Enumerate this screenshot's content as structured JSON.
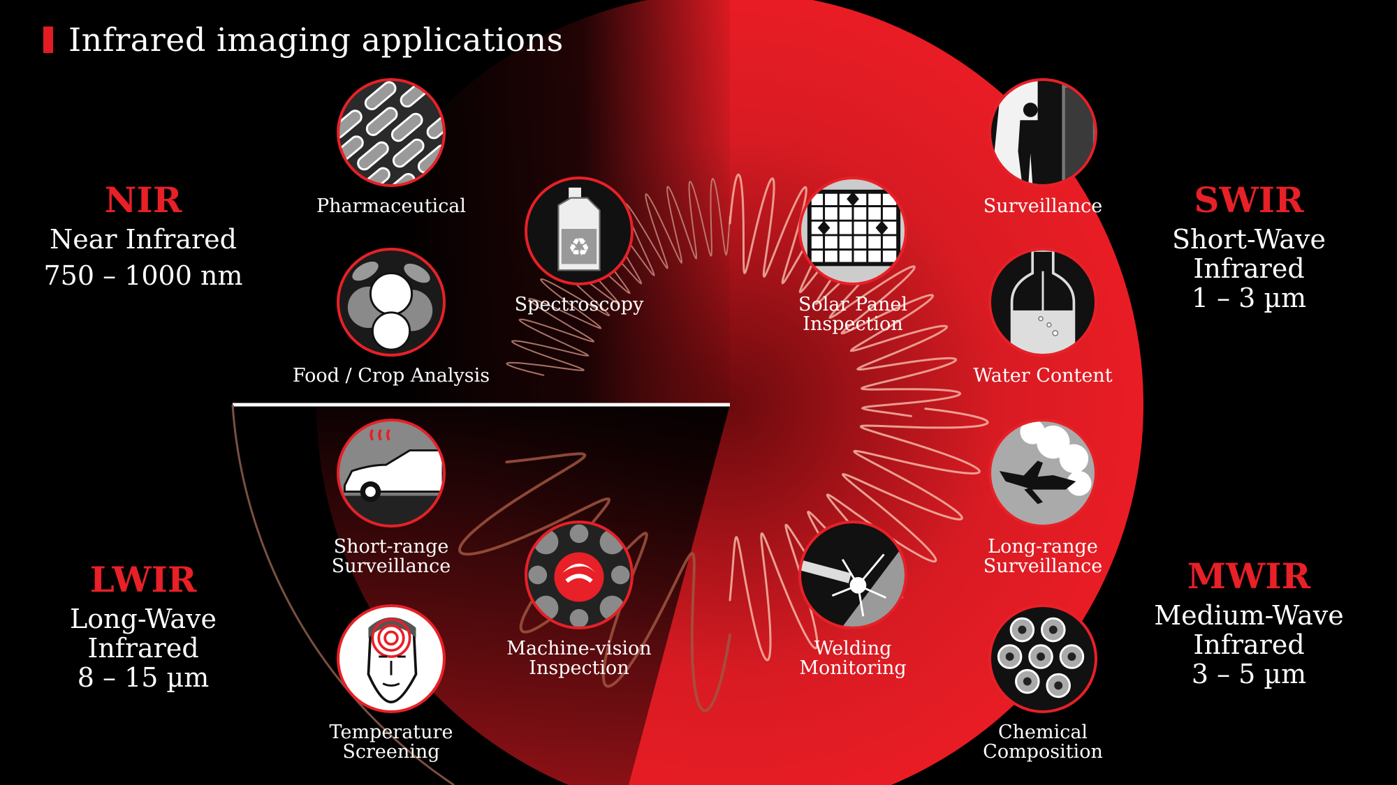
{
  "title": "Infrared imaging applications",
  "colors": {
    "accent": "#e82027",
    "background": "#000000",
    "icon_gray": "#8a8a8a"
  },
  "bands": {
    "nir": {
      "code": "NIR",
      "line1": "Near Infrared",
      "line2": "750 – 1000 nm"
    },
    "swir": {
      "code": "SWIR",
      "line1": "Short-Wave",
      "line2": "Infrared",
      "line3": "1 – 3 µm"
    },
    "lwir": {
      "code": "LWIR",
      "line1": "Long-Wave",
      "line2": "Infrared",
      "line3": "8 – 15 µm"
    },
    "mwir": {
      "code": "MWIR",
      "line1": "Medium-Wave",
      "line2": "Infrared",
      "line3": "3 – 5 µm"
    }
  },
  "applications": {
    "pharmaceutical": {
      "label": "Pharmaceutical",
      "icon": "capsules-icon"
    },
    "food": {
      "label": "Food / Crop Analysis",
      "icon": "apples-icon"
    },
    "spectroscopy": {
      "label": "Spectroscopy",
      "icon": "recycle-jug-icon"
    },
    "solar": {
      "label": "Solar Panel\nInspection",
      "icon": "solar-panel-icon"
    },
    "surveillance": {
      "label": "Surveillance",
      "icon": "silhouette-icon"
    },
    "water": {
      "label": "Water Content",
      "icon": "bottle-icon"
    },
    "short_range": {
      "label": "Short-range\nSurveillance",
      "icon": "car-icon"
    },
    "long_range": {
      "label": "Long-range\nSurveillance",
      "icon": "aircraft-icon"
    },
    "machine_vision": {
      "label": "Machine-vision\nInspection",
      "icon": "shrimp-icon"
    },
    "welding": {
      "label": "Welding\nMonitoring",
      "icon": "welding-spark-icon"
    },
    "temperature": {
      "label": "Temperature\nScreening",
      "icon": "face-heat-icon"
    },
    "chemical": {
      "label": "Chemical\nComposition",
      "icon": "pipes-icon"
    }
  }
}
